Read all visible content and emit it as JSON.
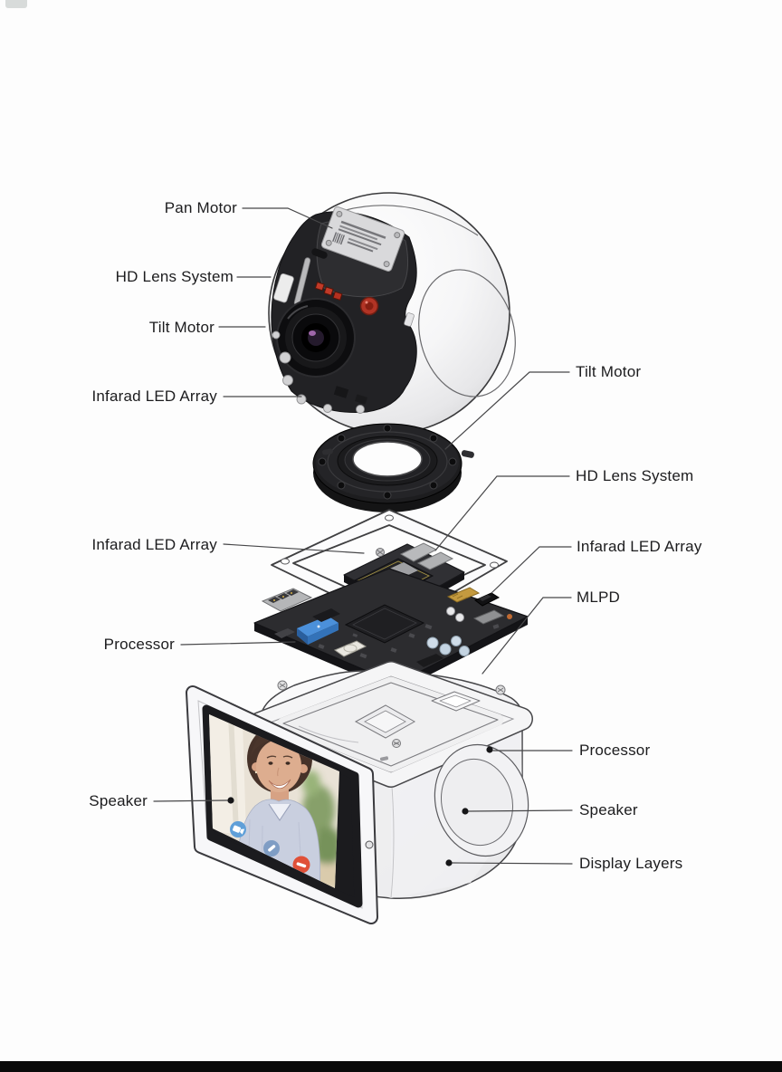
{
  "diagram": {
    "type": "exploded-view-diagram",
    "labels_left": [
      {
        "text": "Pan Motor"
      },
      {
        "text": "HD Lens System"
      },
      {
        "text": "Tilt Motor"
      },
      {
        "text": "Infarad LED Array"
      },
      {
        "text": "Infarad LED Array"
      },
      {
        "text": "Processor"
      },
      {
        "text": "Speaker"
      }
    ],
    "labels_right": [
      {
        "text": "Tilt Motor"
      },
      {
        "text": "HD Lens System"
      },
      {
        "text": "Infarad LED Array"
      },
      {
        "text": "MLPD"
      },
      {
        "text": "Processor"
      },
      {
        "text": "Speaker"
      },
      {
        "text": "Display Layers"
      }
    ],
    "screen_icons": [
      "video-call-icon",
      "call-icon",
      "end-call-icon"
    ],
    "colors": {
      "label_text": "#1c1c1e",
      "leader_line": "#474749",
      "pcb_blue": "#3b7fd0",
      "led_red": "#b33527",
      "call_blue": "#5f9fd8",
      "call_gray_blue": "#7f9dc4",
      "end_call_red": "#e05038",
      "bottom_bar": "#0a0a0a"
    }
  }
}
